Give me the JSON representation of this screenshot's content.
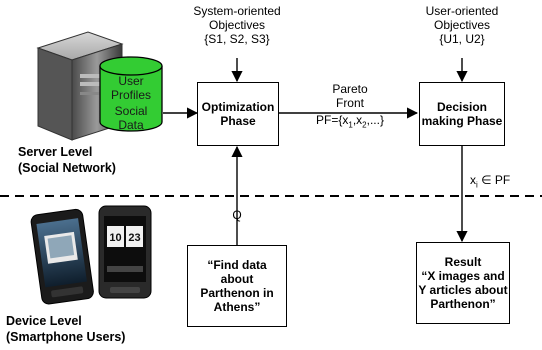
{
  "server": {
    "label_line1": "Server Level",
    "label_line2": "(Social Network)",
    "db_lines": [
      "User",
      "Profiles",
      "Social",
      "Data"
    ]
  },
  "system_objectives": {
    "line1": "System-oriented",
    "line2": "Objectives",
    "line3": "{S1, S2, S3}"
  },
  "user_objectives": {
    "line1": "User-oriented",
    "line2": "Objectives",
    "line3": "{U1, U2}"
  },
  "optimization": {
    "line1": "Optimization",
    "line2": "Phase"
  },
  "pareto": {
    "line1": "Pareto",
    "line2": "Front",
    "formula": "PF={x",
    "s1": "1",
    "sep": ",x",
    "s2": "2",
    "tail": ",...}"
  },
  "decision": {
    "line1": "Decision",
    "line2": "making Phase"
  },
  "xi": {
    "x": "x",
    "sub": "i",
    "rest": " ∈ PF"
  },
  "query": {
    "label": "Q"
  },
  "find": {
    "lines": [
      "“Find data",
      "about",
      "Parthenon in",
      "Athens”"
    ]
  },
  "result": {
    "lines": [
      "Result",
      "“X images and",
      "Y articles about",
      "Parthenon”"
    ]
  },
  "device": {
    "label_line1": "Device Level",
    "label_line2": "(Smartphone Users)",
    "phone_clock_left": "10",
    "phone_clock_right": "23"
  },
  "colors": {
    "db_fill": "#33cc33",
    "db_stroke": "#000000",
    "server_body": "#666666"
  }
}
